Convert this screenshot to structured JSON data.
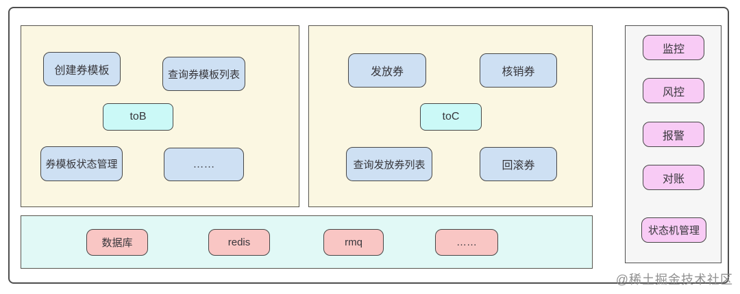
{
  "colors": {
    "frame_border": "#4d4d4d",
    "panel_border": "#55534c",
    "node_border": "#454545",
    "panel_yellow": "#fbf7e2",
    "panel_cyan": "#e1f9f6",
    "panel_gray": "#f6f6f6",
    "node_blue": "#cee0f3",
    "node_cyan": "#cbf9f7",
    "node_pink": "#f8cbf5",
    "node_salmon": "#f9c6c4"
  },
  "tob_panel": {
    "nodes": [
      {
        "label": "创建券模板"
      },
      {
        "label": "查询券模板列表"
      },
      {
        "label": "toB"
      },
      {
        "label": "券模板状态管理"
      },
      {
        "label": "……"
      }
    ]
  },
  "toc_panel": {
    "nodes": [
      {
        "label": "发放券"
      },
      {
        "label": "核销券"
      },
      {
        "label": "toC"
      },
      {
        "label": "查询发放券列表"
      },
      {
        "label": "回滚券"
      }
    ]
  },
  "ops_panel": {
    "nodes": [
      {
        "label": "监控"
      },
      {
        "label": "风控"
      },
      {
        "label": "报警"
      },
      {
        "label": "对账"
      },
      {
        "label": "状态机管理"
      }
    ]
  },
  "infra_panel": {
    "nodes": [
      {
        "label": "数据库"
      },
      {
        "label": "redis"
      },
      {
        "label": "rmq"
      },
      {
        "label": "……"
      }
    ]
  },
  "watermark": "@稀土掘金技术社区"
}
